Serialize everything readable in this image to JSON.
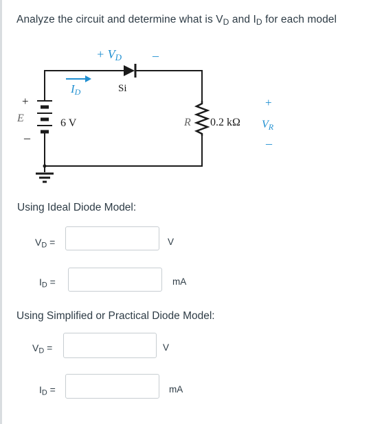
{
  "question": {
    "text_before": "Analyze the circuit and determine what is V",
    "vd_sub": "D",
    "text_middle": " and I",
    "id_sub": "D",
    "text_after": " for each model"
  },
  "circuit": {
    "vd_label": "+ V",
    "vd_sub": "D",
    "vd_minus": "–",
    "id_label": "I",
    "id_sub": "D",
    "diode_label": "Si",
    "plus_left": "+",
    "source_label": "E",
    "source_value": "6 V",
    "minus_left": "–",
    "resistor_name": "R",
    "resistor_value": "0.2 kΩ",
    "vr_plus": "+",
    "vr_label": "V",
    "vr_sub": "R",
    "vr_minus": "–"
  },
  "ideal": {
    "title": "Using Ideal Diode Model:",
    "vd_label": "V",
    "vd_sub": "D",
    "vd_eq": " =",
    "vd_value": "",
    "vd_unit": "V",
    "id_label": "I",
    "id_sub": "D",
    "id_eq": "  =",
    "id_value": "",
    "id_unit": "mA"
  },
  "practical": {
    "title": "Using Simplified or Practical Diode Model:",
    "vd_label": "V",
    "vd_sub": "D",
    "vd_eq": " =",
    "vd_value": "",
    "vd_unit": "V",
    "id_label": "I",
    "id_sub": "D",
    "id_eq": " =",
    "id_value": "",
    "id_unit": "mA"
  },
  "colors": {
    "text": "#2d3b45",
    "wire": "#1a1a1a",
    "circuit_label": "#666666",
    "accent": "#1f8fd1",
    "field_border": "#c7cdd1"
  }
}
